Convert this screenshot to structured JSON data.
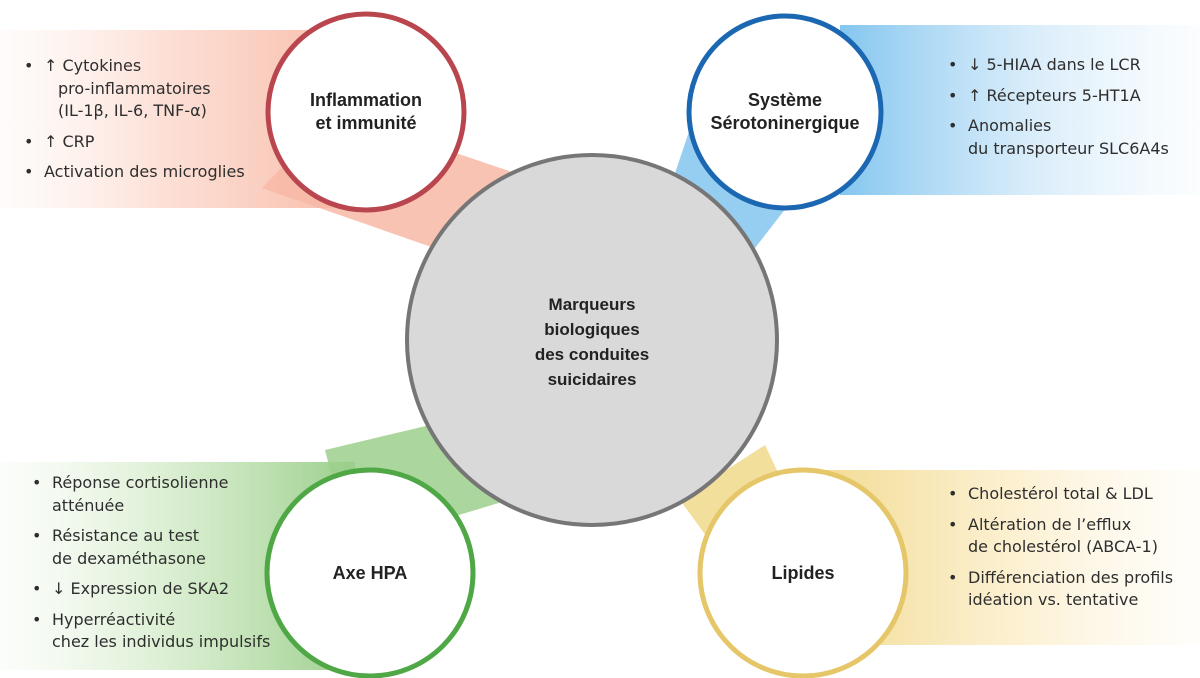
{
  "center": {
    "lines": [
      "Marqueurs",
      "biologiques",
      "des conduites",
      "suicidaires"
    ]
  },
  "nodes": {
    "inflammation": {
      "title_lines": [
        "Inflammation",
        "et immunité"
      ],
      "color": "#b9464e",
      "bullets": [
        [
          "↑ Cytokines",
          "pro-inflammatoires",
          "(IL-1β, IL-6, TNF-α)"
        ],
        [
          "↑ CRP"
        ],
        [
          "Activation des microglies"
        ]
      ]
    },
    "serotonin": {
      "title_lines": [
        "Système",
        "Sérotoninergique"
      ],
      "color": "#1b67b2",
      "bullets": [
        [
          "↓ 5-HIAA dans le LCR"
        ],
        [
          "↑ Récepteurs 5-HT1A"
        ],
        [
          "Anomalies",
          "du transporteur SLC6A4s"
        ]
      ]
    },
    "hpa": {
      "title_lines": [
        "Axe HPA"
      ],
      "color": "#4fa845",
      "bullets": [
        [
          "Réponse cortisolienne",
          "atténuée"
        ],
        [
          "Résistance au test",
          "de dexaméthasone"
        ],
        [
          "↓ Expression de SKA2"
        ],
        [
          "Hyperréactivité",
          "chez les individus impulsifs"
        ]
      ]
    },
    "lipids": {
      "title_lines": [
        "Lipides"
      ],
      "color": "#e5c76a",
      "bullets": [
        [
          "Cholestérol total & LDL"
        ],
        [
          "Altération de l’efflux",
          "de cholestérol (ABCA-1)"
        ],
        [
          "Différenciation des profils",
          "idéation vs. tentative"
        ]
      ]
    }
  }
}
